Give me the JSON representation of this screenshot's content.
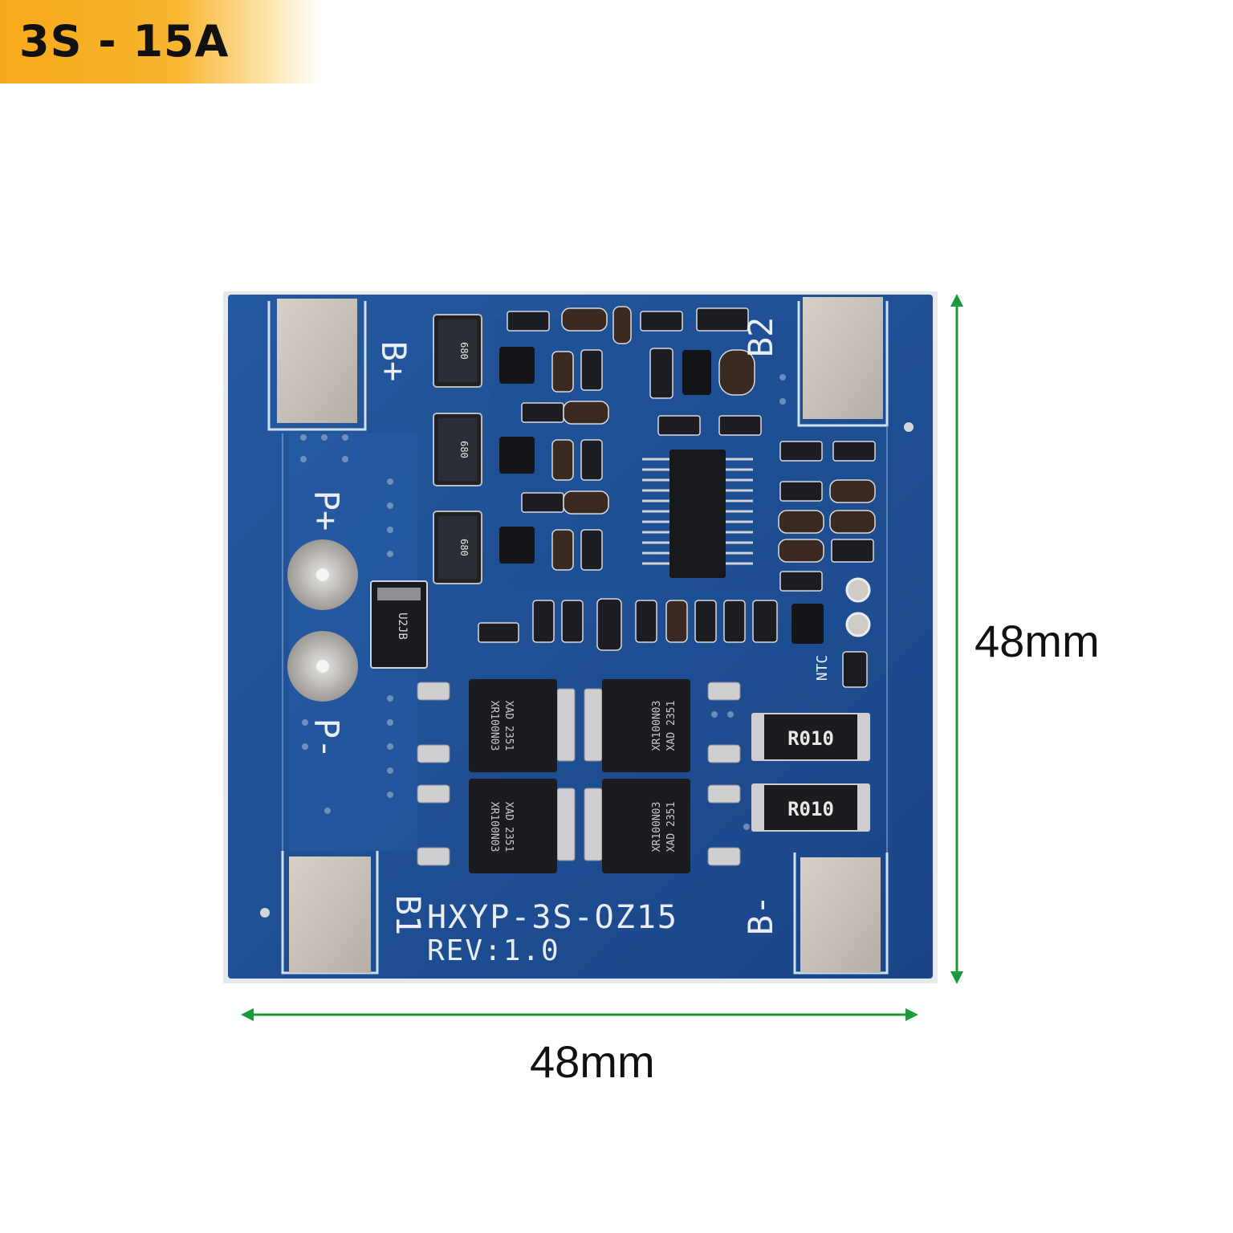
{
  "badge": {
    "label": "3S - 15A",
    "color": "#f7a91b"
  },
  "board": {
    "model": "HXYP-3S-OZ15",
    "revision": "REV:1.0",
    "pad_labels": {
      "b_plus": "B+",
      "b2": "B2",
      "b1": "B1",
      "b_minus": "B-",
      "p_plus": "P+",
      "p_minus": "P-",
      "ntc": "NTC"
    },
    "mosfet_marking": [
      "XR100N03",
      "XAD 2351"
    ],
    "shunt_marking": "R010",
    "diode_marking": "U2JB",
    "resistor_marking": "680",
    "pcb_color": "#1f4f9a",
    "pad_color": "#c9c3bb"
  },
  "dimensions": {
    "height_label": "48mm",
    "width_label": "48mm",
    "arrow_color": "#1a9a3a"
  }
}
